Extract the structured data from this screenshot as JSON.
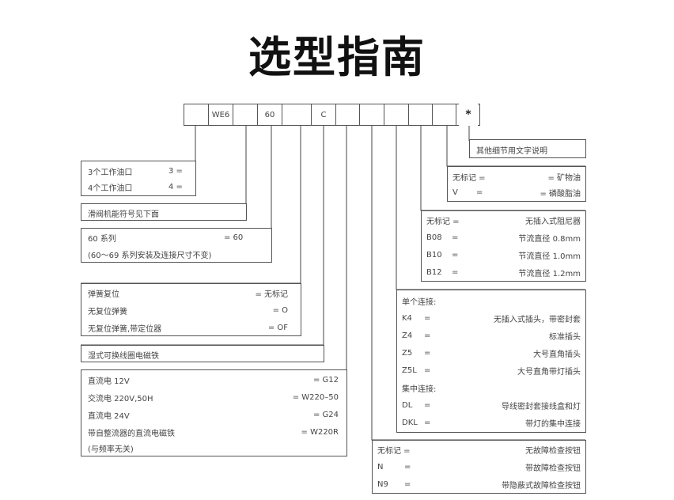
{
  "title": "选型指南",
  "code": {
    "cells": [
      "",
      "WE6",
      "",
      "60",
      "/",
      "C",
      "",
      "",
      "",
      "",
      "",
      "",
      ""
    ],
    "tail": "*"
  },
  "boxes": {
    "seal": {
      "text": "其他细节用文字说明"
    },
    "oil": [
      {
        "key": "无标记 =",
        "val": "= 矿物油"
      },
      {
        "key": "V",
        "eq": "=",
        "val": "= 磷酸脂油"
      }
    ],
    "damper": [
      {
        "key": "无标记 =",
        "val": "无插入式阻尼器"
      },
      {
        "key": "B08",
        "eq": "=",
        "val": "节流直径 0.8mm"
      },
      {
        "key": "B10",
        "eq": "=",
        "val": "节流直径 1.0mm"
      },
      {
        "key": "B12",
        "eq": "=",
        "val": "节流直径 1.2mm"
      }
    ],
    "connection": [
      {
        "key": "单个连接:"
      },
      {
        "key": "K4",
        "eq": "=",
        "val": "无插入式插头，带密封套"
      },
      {
        "key": "Z4",
        "eq": "=",
        "val": "标准插头"
      },
      {
        "key": "Z5",
        "eq": "=",
        "val": "大号直角插头"
      },
      {
        "key": "Z5L",
        "eq": "=",
        "val": "大号直角带灯插头"
      },
      {
        "key": "集中连接:"
      },
      {
        "key": "DL",
        "eq": "=",
        "val": "导线密封套接线盒和灯"
      },
      {
        "key": "DKL",
        "eq": "=",
        "val": "带灯的集中连接"
      }
    ],
    "override": [
      {
        "key": "无标记 =",
        "val": "无故障检查按钮"
      },
      {
        "key": "N",
        "eq": "=",
        "val": "带故障检查按钮"
      },
      {
        "key": "N9",
        "eq": "=",
        "val": "带隐蔽式故障检查按钮"
      }
    ],
    "ports": [
      {
        "key": "3个工作油口",
        "eq": "3 ="
      },
      {
        "key": "4个工作油口",
        "eq": "4 ="
      }
    ],
    "symbol": {
      "text": "滑阀机能符号见下面"
    },
    "series": [
      {
        "key": "60 系列",
        "val": "= 60"
      },
      {
        "key": "(60～69 系列安装及连接尺寸不变)"
      }
    ],
    "spring": [
      {
        "key": "弹簧复位",
        "val": "= 无标记"
      },
      {
        "key": "无复位弹簧",
        "val": "= O"
      },
      {
        "key": "无复位弹簧,带定位器",
        "val": "= OF"
      }
    ],
    "coil": {
      "text": "湿式可换线圈电磁铁"
    },
    "voltage": [
      {
        "key": "直流电 12V",
        "val": "= G12"
      },
      {
        "key": "交流电 220V,50H",
        "val": "= W220–50"
      },
      {
        "key": "直流电 24V",
        "val": "= G24"
      },
      {
        "key": "带自整流器的直流电磁铁",
        "val": "= W220R"
      },
      {
        "key": "(与频率无关)"
      }
    ]
  }
}
